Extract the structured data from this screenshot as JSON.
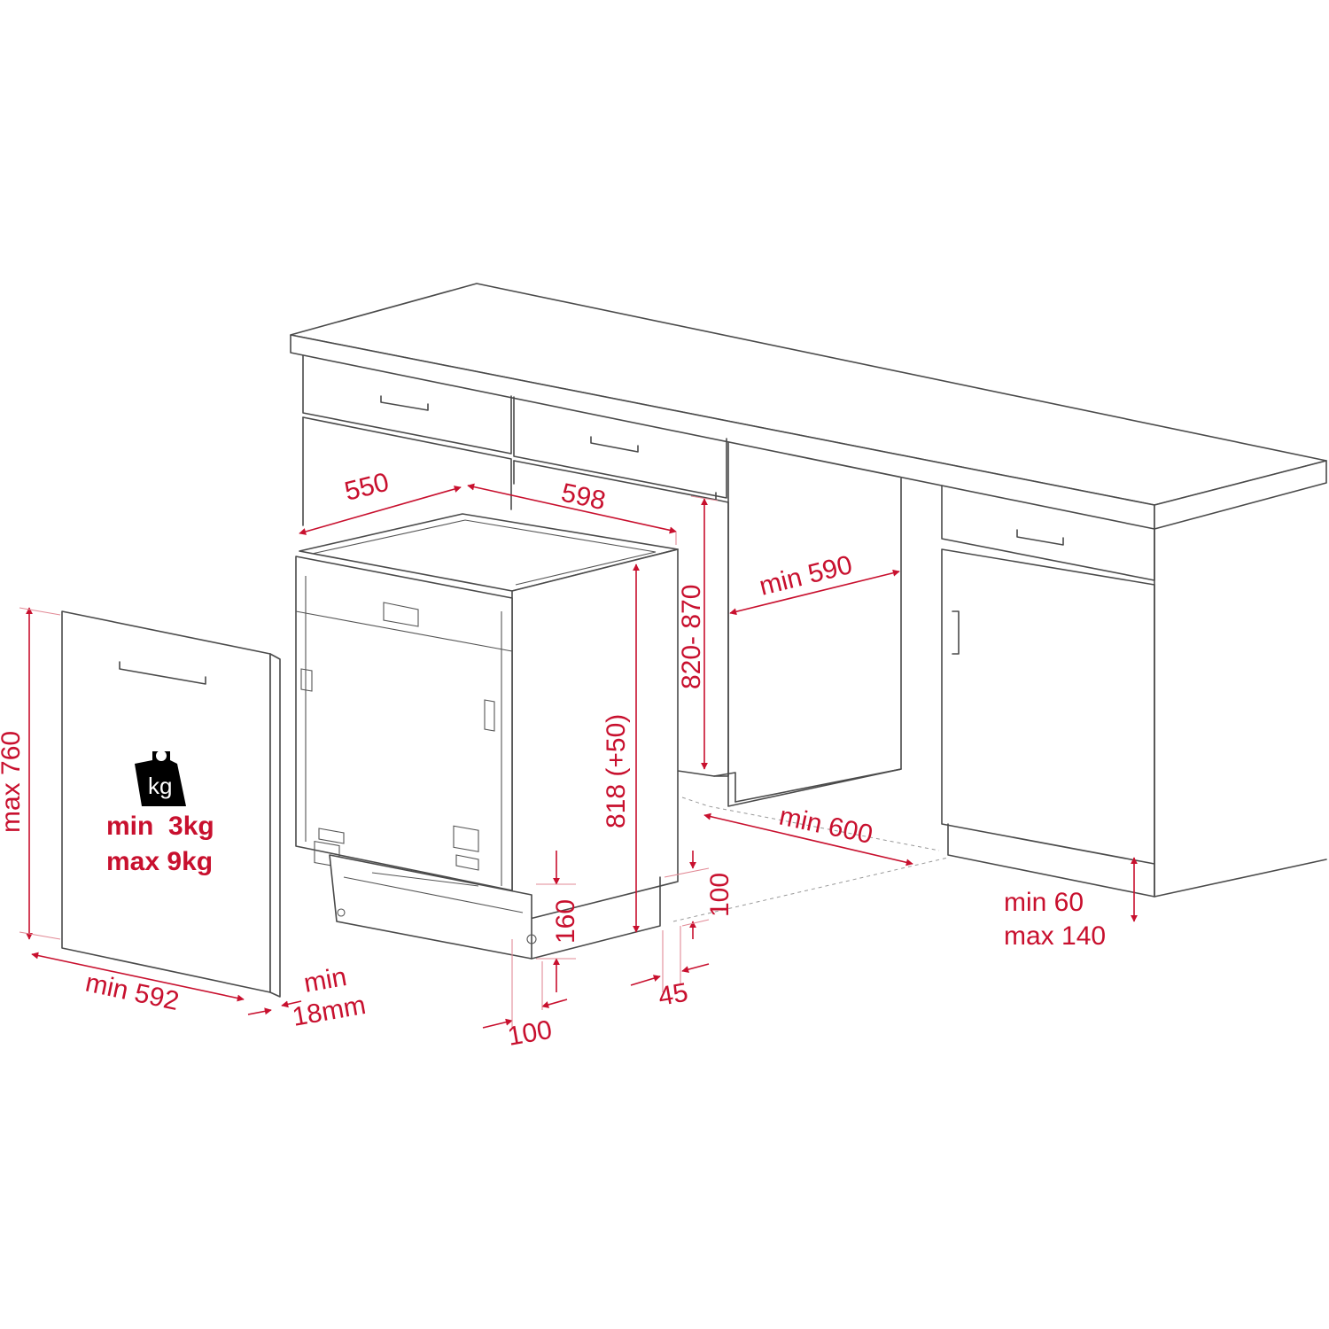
{
  "colors": {
    "dimension": "#c8102e",
    "outline": "#4a4a4a",
    "background": "#ffffff"
  },
  "icons": {
    "weight": "weight-kg-icon"
  },
  "dimensions": {
    "appliance_depth": "550",
    "appliance_width": "598",
    "niche_height": "820- 870",
    "niche_depth": "min 590",
    "niche_width": "min 600",
    "appliance_height": "818 (+50)",
    "door_panel_height": "max 760",
    "door_panel_width": "min 592",
    "panel_thickness_line1": "min",
    "panel_thickness_line2": "18mm",
    "plinth_height": "160",
    "plinth_offset_100_vertical": "100",
    "plinth_depth_100": "100",
    "plinth_setback_45": "45",
    "plinth_gap_min": "min 60",
    "plinth_gap_max": "max 140"
  },
  "weight": {
    "icon_label": "kg",
    "min": "min  3kg",
    "max": "max 9kg"
  }
}
